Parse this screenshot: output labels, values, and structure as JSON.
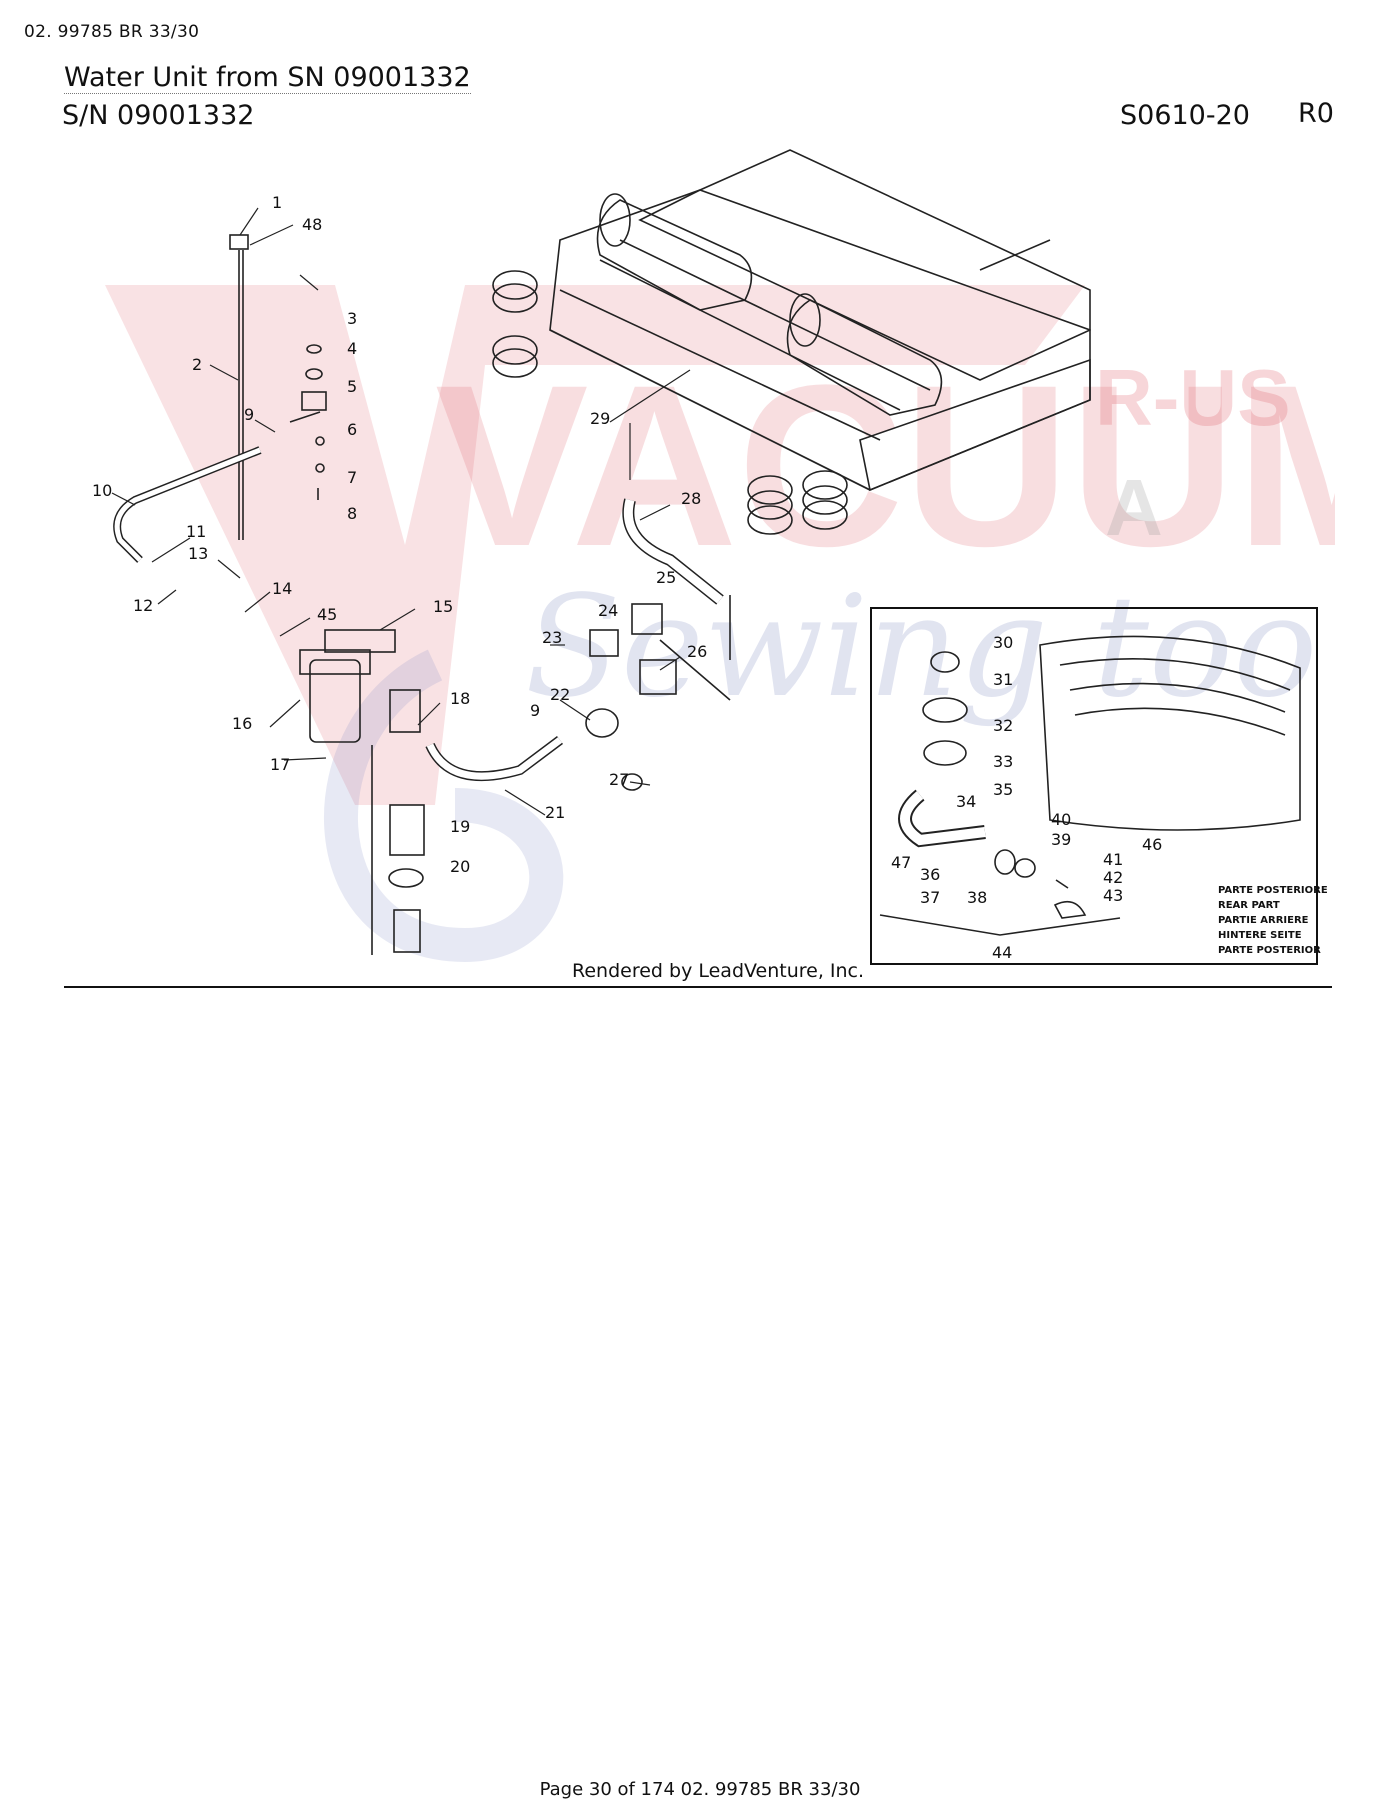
{
  "header": {
    "doc_ref": "02. 99785 BR 33/30",
    "title": "Water Unit from SN 09001332",
    "serial": "S/N 09001332",
    "drawing_code": "S0610-20",
    "revision": "R0"
  },
  "callouts": [
    "1",
    "2",
    "3",
    "4",
    "5",
    "6",
    "7",
    "8",
    "9",
    "10",
    "11",
    "12",
    "13",
    "14",
    "15",
    "16",
    "17",
    "18",
    "19",
    "20",
    "21",
    "22",
    "23",
    "24",
    "25",
    "26",
    "27",
    "28",
    "29",
    "9",
    "30",
    "31",
    "32",
    "33",
    "34",
    "35",
    "36",
    "37",
    "38",
    "39",
    "40",
    "41",
    "42",
    "43",
    "44",
    "45",
    "46",
    "47",
    "48"
  ],
  "inset_legend": [
    "PARTE POSTERIORE",
    "REAR PART",
    "PARTIE ARRIERE",
    "HINTERE SEITE",
    "PARTE POSTERIOR"
  ],
  "watermark": {
    "text_main": "VACUUMS",
    "text_sub": "R-US",
    "text_sub2": "A",
    "text_script": "Sewing too",
    "color_red": "#e0606a",
    "color_blue": "#7a86c0"
  },
  "credit": "Rendered by LeadVenture, Inc.",
  "footer": "Page 30 of 174 02. 99785 BR 33/30"
}
